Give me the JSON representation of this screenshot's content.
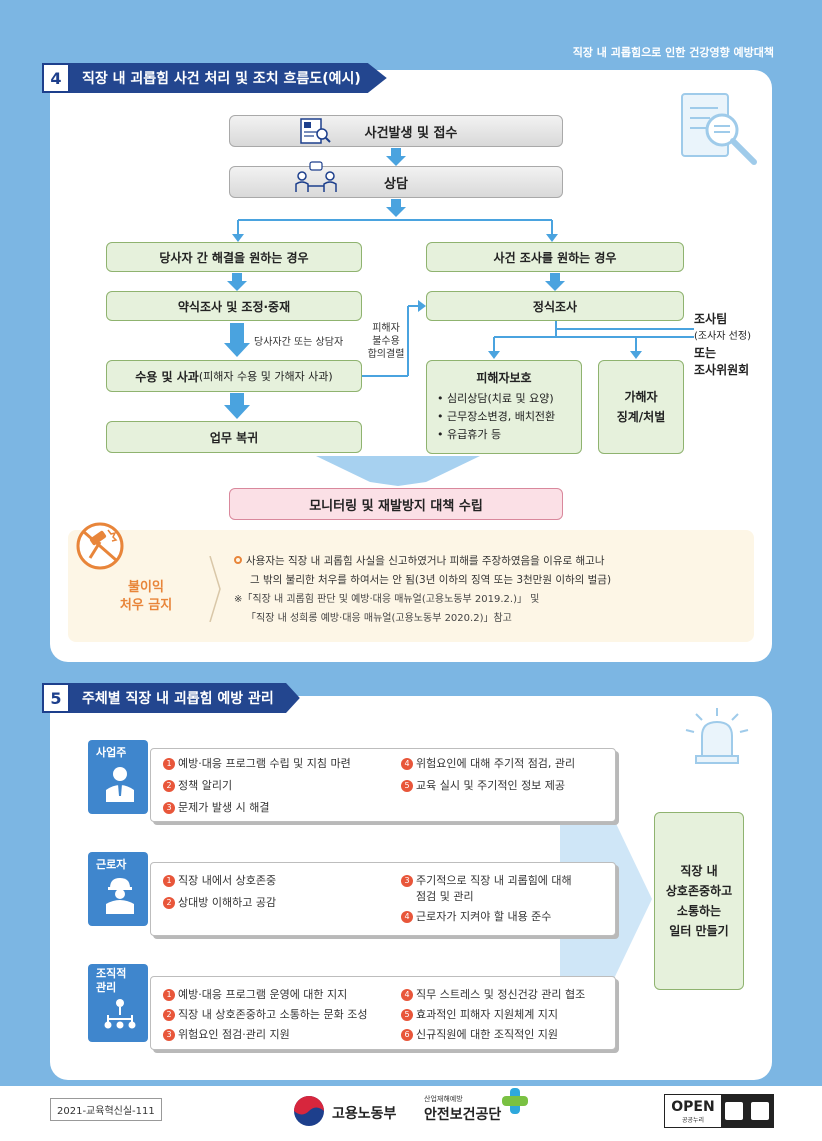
{
  "header": {
    "top_right": "직장 내 괴롭힘으로 인한 건강영향 예방대책"
  },
  "section4": {
    "number": "4",
    "title": "직장 내 괴롭힘 사건 처리 및 조치 흐름도(예시)",
    "occurrence": "사건발생 및 접수",
    "consultation": "상담",
    "left_branch": "당사자 간 해결을 원하는 경우",
    "right_branch": "사건 조사를 원하는 경우",
    "informal": "약식조사 및 조정·중재",
    "formal": "정식조사",
    "between_label": "당사자간 또는 상담자",
    "victim_reject": [
      "피해자",
      "불수용",
      "합의결렬"
    ],
    "accept_main": "수용 및 사과",
    "accept_detail": "(피해자 수용 및 가해자 사과)",
    "return": "업무 복귀",
    "investigation_team": [
      "조사팀",
      "(조사자 선정)",
      "또는",
      "조사위원회"
    ],
    "victim_protect_title": "피해자보호",
    "victim_protect_items": [
      "• 심리상담(치료 및 요양)",
      "• 근무장소변경, 배치전환",
      "• 유급휴가 등"
    ],
    "perpetrator": [
      "가해자",
      "징계/처벌"
    ],
    "monitoring": "모니터링 및 재발방지 대책 수립",
    "disadvantage_label": [
      "불이익",
      "처우 금지"
    ],
    "disadvantage_text_1": "사용자는 직장 내 괴롭힘 사실을 신고하였거나 피해를 주장하였음을 이유로 해고나",
    "disadvantage_text_2": "그 밖의 불리한 처우를 하여서는 안 됨(3년 이하의 징역 또는 3천만원 이하의 벌금)",
    "ref_1": "※「직장 내 괴롭힘 판단 및 예방·대응 매뉴얼(고용노동부 2019.2.)」 및",
    "ref_2": "「직장 내 성희롱 예방·대응 매뉴얼(고용노동부 2020.2)」참고"
  },
  "section5": {
    "number": "5",
    "title": "주체별 직장 내 괴롭힘 예방 관리",
    "employer": {
      "label": "사업주",
      "left": [
        "예방·대응 프로그램 수립 및 지침 마련",
        "정책 알리기",
        "문제가 발생 시 해결"
      ],
      "left_nums": [
        "1",
        "2",
        "3"
      ],
      "right": [
        "위험요인에 대해 주기적 점검, 관리",
        "교육 실시 및 주기적인 정보 제공"
      ],
      "right_nums": [
        "4",
        "5"
      ]
    },
    "worker": {
      "label": "근로자",
      "left": [
        "직장 내에서 상호존중",
        "상대방 이해하고 공감"
      ],
      "left_nums": [
        "1",
        "2"
      ],
      "right_1a": "주기적으로 직장 내 괴롭힘에 대해",
      "right_1b": "점검 및 관리",
      "right_2": "근로자가 지켜야 할 내용 준수",
      "right_nums": [
        "3",
        "4"
      ]
    },
    "org": {
      "label_1": "조직적",
      "label_2": "관리",
      "left": [
        "예방·대응 프로그램 운영에 대한 지지",
        "직장 내 상호존중하고 소통하는 문화 조성",
        "위험요인 점검·관리 지원"
      ],
      "left_nums": [
        "1",
        "2",
        "3"
      ],
      "right": [
        "직무 스트레스 및 정신건강 관리 협조",
        "효과적인 피해자 지원체계 지지",
        "신규직원에 대한 조직적인 지원"
      ],
      "right_nums": [
        "4",
        "5",
        "6"
      ]
    },
    "goal": [
      "직장 내",
      "상호존중하고",
      "소통하는",
      "일터 만들기"
    ]
  },
  "footer": {
    "code": "2021-교육혁신실-111",
    "ministry": "고용노동부",
    "agency_small": "산업재해예방",
    "agency": "안전보건공단",
    "open": "OPEN",
    "open_sub": "공공누리"
  },
  "colors": {
    "navy": "#23468f",
    "sky": "#7cb6e3",
    "arrow": "#4aa3df",
    "orange": "#e8853a"
  }
}
